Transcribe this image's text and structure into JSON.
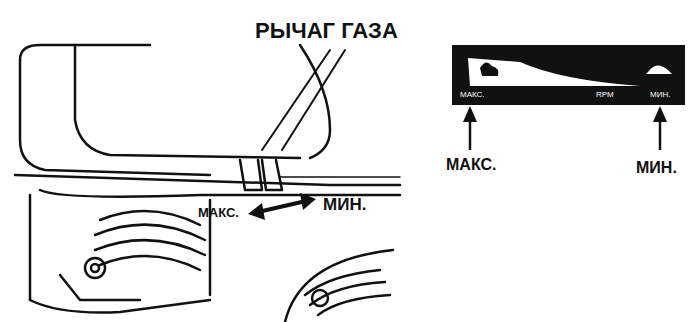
{
  "diagram": {
    "nodes": [
      {
        "text": [
          "МАКС.",
          "RPM",
          "МИН."
        ]
      }
    ],
    "labels": [
      "РЫЧАГ ГАЗА",
      "МАКС.",
      "МИН.",
      "МАКС.",
      "МИН."
    ]
  }
}
